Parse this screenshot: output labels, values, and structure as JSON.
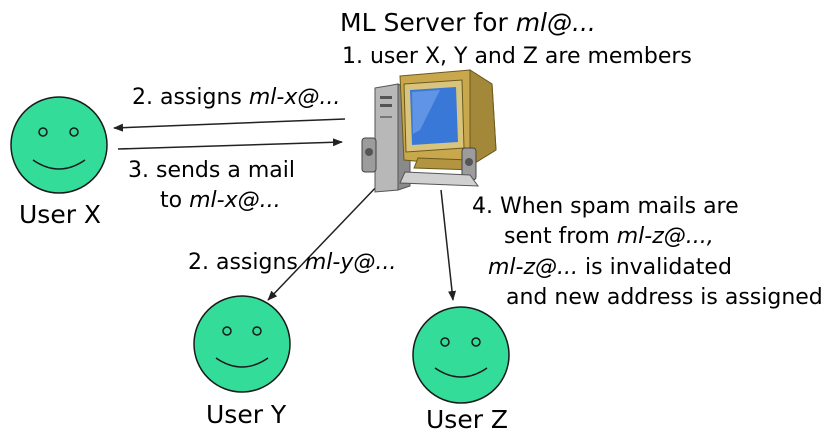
{
  "server": {
    "title_prefix": "ML Server for ",
    "title_address": "ml@...",
    "members_line": "1. user X, Y and Z are members"
  },
  "users": {
    "x": {
      "name": "User X"
    },
    "y": {
      "name": "User Y"
    },
    "z": {
      "name": "User Z"
    }
  },
  "steps": {
    "assign_x": {
      "prefix": "2. assigns ",
      "address": "ml-x@..."
    },
    "send_mail": {
      "line1": "3. sends a mail",
      "line2_prefix": "to ",
      "line2_address": "ml-x@..."
    },
    "assign_y": {
      "prefix": "2. assigns ",
      "address": "ml-y@..."
    },
    "spam": {
      "line1": "4. When spam mails are",
      "line2_prefix": "sent from ",
      "line2_address": "ml-z@...,",
      "line3_address": "ml-z@...",
      "line3_suffix": " is invalidated",
      "line4": "and new address is assigned"
    }
  },
  "colors": {
    "face_fill": "#33dd99",
    "face_stroke": "#1a1a1a",
    "monitor_screen": "#3a78d8",
    "monitor_body": "#c8aa50",
    "tower": "#c0c0c0",
    "arrow": "#222222"
  },
  "icons": {
    "user_face": "smiley-face-icon",
    "server": "computer-server-icon"
  }
}
